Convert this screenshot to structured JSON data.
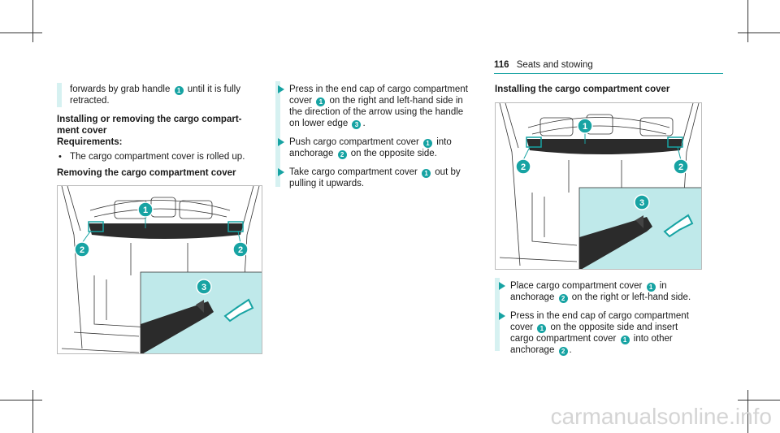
{
  "header": {
    "page_number": "116",
    "section": "Seats and stowing"
  },
  "col1": {
    "intro": "forwards by grab handle ",
    "intro_badge": "1",
    "intro_end": " until it is fully retracted.",
    "heading1_line1": "Installing or removing the cargo compart-",
    "heading1_line2": "ment cover",
    "requirements": "Requirements:",
    "requirement_item": "The cargo compartment cover is rolled up.",
    "heading2": "Removing the cargo compartment cover"
  },
  "col2": {
    "step1_a": "Press in the end cap of cargo compartment",
    "step1_b": "cover ",
    "step1_badge": "1",
    "step1_c": " on the right and left-hand side in",
    "step1_d": "the direction of the arrow using the handle",
    "step1_e": "on lower edge ",
    "step1_badge2": "3",
    "step2_a": "Push cargo compartment cover ",
    "step2_badge": "1",
    "step2_b": " into",
    "step2_c": "anchorage ",
    "step2_badge2": "2",
    "step2_d": " on the opposite side.",
    "step3_a": "Take cargo compartment cover ",
    "step3_badge": "1",
    "step3_b": " out by",
    "step3_c": "pulling it upwards."
  },
  "col3": {
    "heading": "Installing the cargo compartment cover",
    "step1_a": "Place cargo compartment cover ",
    "step1_badge": "1",
    "step1_b": " in",
    "step1_c": "anchorage ",
    "step1_badge2": "2",
    "step1_d": " on the right or left-hand side.",
    "step2_a": "Press in the end cap of cargo compartment",
    "step2_b": "cover ",
    "step2_badge": "1",
    "step2_c": " on the opposite side and insert",
    "step2_d": "cargo compartment cover ",
    "step2_badge2": "1",
    "step2_e": " into other",
    "step2_f": "anchorage ",
    "step2_badge3": "2"
  },
  "figure_labels": {
    "one": "1",
    "two": "2",
    "three": "3"
  },
  "colors": {
    "accent": "#17a3a3",
    "panel": "#bfe9ea",
    "rule": "#1fa6a6"
  },
  "watermark": "carmanualsonline.info"
}
